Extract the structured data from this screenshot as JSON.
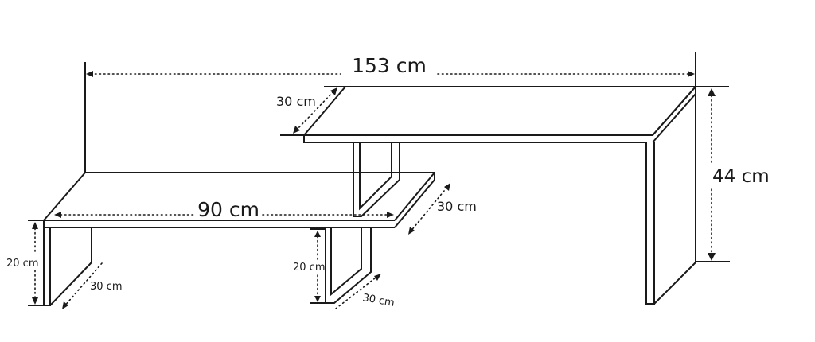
{
  "diagram": {
    "subject": "extendable two-tier table, dimension drawing",
    "colors": {
      "line": "#1a1a1a",
      "background": "#ffffff"
    },
    "dimensions": {
      "total_width": {
        "value": "153",
        "unit": "cm",
        "label": "153 cm"
      },
      "upper_depth": {
        "value": "30",
        "unit": "cm",
        "label": "30 cm"
      },
      "height": {
        "value": "44",
        "unit": "cm",
        "label": "44 cm"
      },
      "lower_width": {
        "value": "90",
        "unit": "cm",
        "label": "90 cm"
      },
      "lower_depth": {
        "value": "30",
        "unit": "cm",
        "label": "30 cm"
      },
      "left_leg_height": {
        "value": "20",
        "unit": "cm",
        "label": "20 cm"
      },
      "left_leg_depth": {
        "value": "30",
        "unit": "cm",
        "label": "30 cm"
      },
      "middle_leg_height": {
        "value": "20",
        "unit": "cm",
        "label": "20 cm"
      },
      "middle_leg_depth": {
        "value": "30",
        "unit": "cm",
        "label": "30 cm"
      }
    }
  }
}
